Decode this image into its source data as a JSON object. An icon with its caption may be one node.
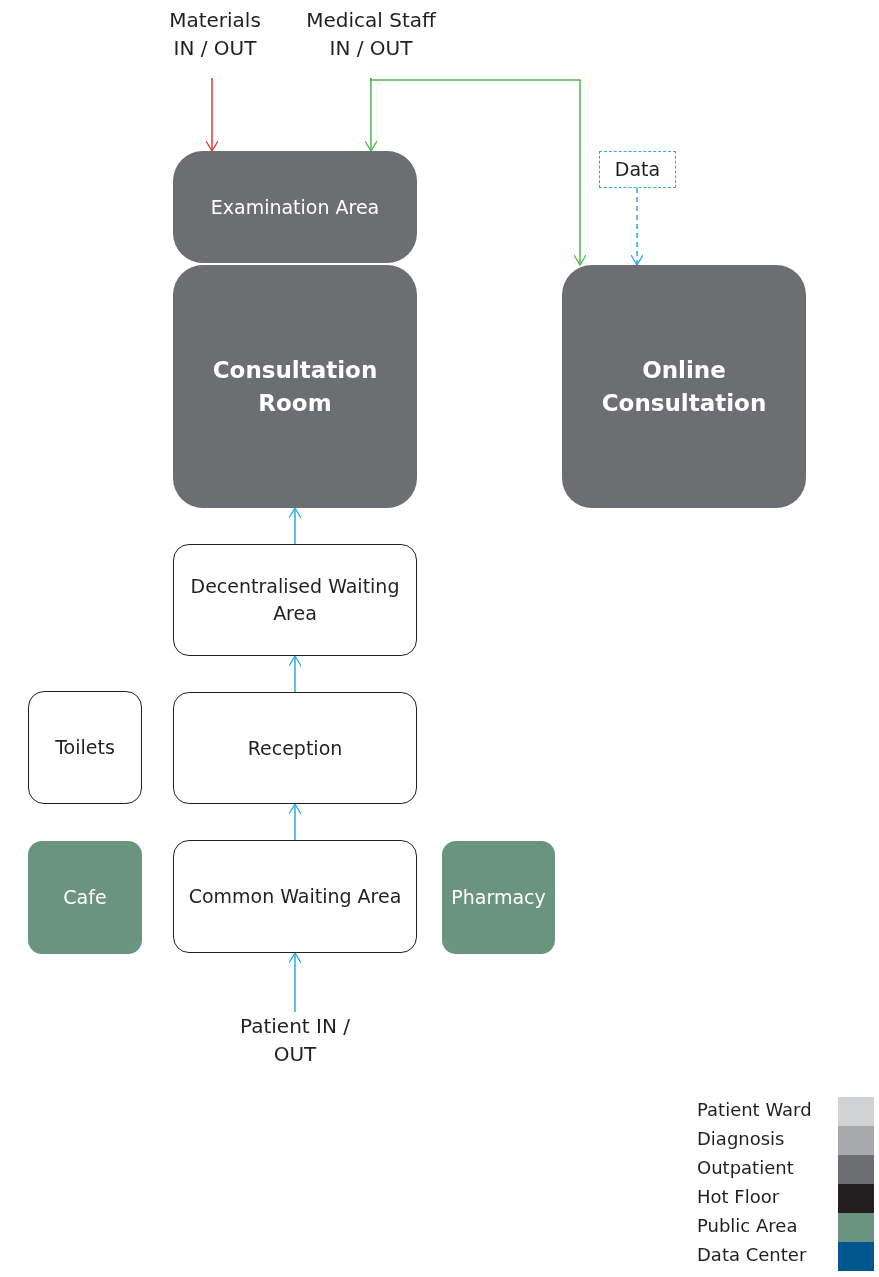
{
  "diagram": {
    "nodes": [
      {
        "text": [
          "Materials IN / OUT"
        ]
      },
      {
        "text": [
          "Medical Staff IN / OUT"
        ]
      },
      {
        "text": [
          "Data"
        ]
      },
      {
        "text": [
          "Examination Area"
        ]
      },
      {
        "text": [
          "Consultation Room"
        ]
      },
      {
        "text": [
          "Online Consultation"
        ]
      },
      {
        "text": [
          "Decentralised Waiting Area"
        ]
      },
      {
        "text": [
          "Toilets"
        ]
      },
      {
        "text": [
          "Reception"
        ]
      },
      {
        "text": [
          "Cafe"
        ]
      },
      {
        "text": [
          "Common Waiting Area"
        ]
      },
      {
        "text": [
          "Pharmacy"
        ]
      },
      {
        "text": [
          "Patient IN / OUT"
        ]
      }
    ],
    "edges": [
      {
        "from": 0,
        "to": 3,
        "arrow": "to",
        "color": "#e53935"
      },
      {
        "from": 1,
        "to": 3,
        "arrow": "to",
        "color": "#4cb848"
      },
      {
        "from": 1,
        "to": 5,
        "arrow": "to",
        "color": "#4cb848"
      },
      {
        "from": 2,
        "to": 5,
        "arrow": "to",
        "style": "dashed"
      },
      {
        "from": 12,
        "to": 10,
        "arrow": "to"
      },
      {
        "from": 10,
        "to": 8,
        "arrow": "to"
      },
      {
        "from": 8,
        "to": 6,
        "arrow": "to"
      },
      {
        "from": 6,
        "to": 4,
        "arrow": "to"
      }
    ],
    "legend": [
      {
        "text": "Patient Ward",
        "color": "#d1d2d4"
      },
      {
        "text": "Diagnosis",
        "color": "#a7a9ac"
      },
      {
        "text": "Outpatient",
        "color": "#6d6e71"
      },
      {
        "text": "Hot Floor",
        "color": "#231f20"
      },
      {
        "text": "Public Area",
        "color": "#6a9480"
      },
      {
        "text": "Data Center",
        "color": "#00568f"
      }
    ]
  }
}
